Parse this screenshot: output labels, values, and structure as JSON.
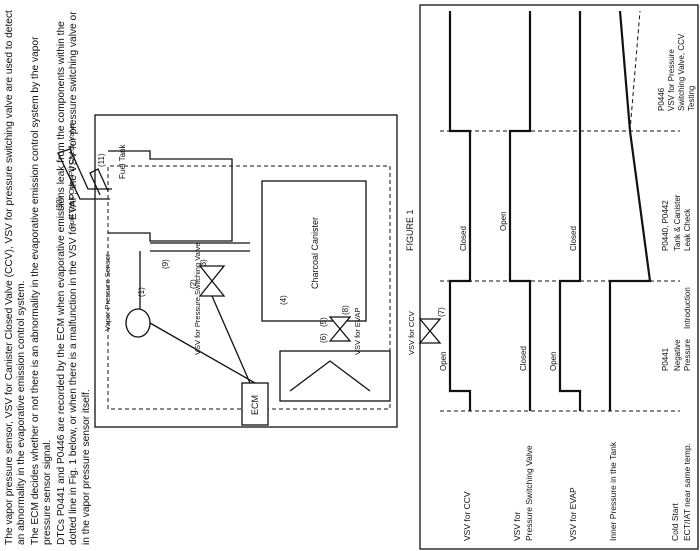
{
  "paragraphs": {
    "p1": "The vapor pressure sensor, VSV for Canister Closed Valve (CCV), VSV for pressure switching valve are used to detect an abnormality in the evaporative emission control system.",
    "p2": "The ECM decides whether or not there is an abnormality in the evaporative emission control system by the vapor pressure sensor signal.",
    "p3": "DTCs P0441 and P0446 are recorded by the ECM when evaporative emissions leak from the components within the dotted line in Fig. 1 below, or when there is a malfunction in the VSV for EVAP, the VSV for pressure switching valve or in the vapor pressure sensor itself."
  },
  "diagram": {
    "fuel_tank_over_fill_check_valve": "Fuel Tank Over Fill Check Valve",
    "vapor_pressure_sensor": "Vapor Pressure Sensor",
    "vsv_pressure_switching": "VSV for Pressure Switching Valve",
    "fuel_tank": "Fuel Tank",
    "ecm": "ECM",
    "vsv_evap": "VSV for EVAP",
    "vsv_ccv": "VSV for CCV",
    "charcoal_canister": "Charcoal Canister",
    "n1": "(1)",
    "n2": "(2)",
    "n3": "(3)",
    "n4": "(4)",
    "n5": "(5)",
    "n6": "(6)",
    "n7": "(7)",
    "n8": "(8)",
    "n9": "(9)",
    "n10": "(10)",
    "n11": "(11)"
  },
  "figure_label": "FIGURE 1",
  "timing": {
    "row_ccv": "VSV for CCV",
    "row_psv_a": "VSV for",
    "row_psv_b": "Pressure Switching Valve",
    "row_evap": "VSV for EVAP",
    "row_pressure": "Inner Pressure in the Tank",
    "cold_start_a": "Cold Start",
    "cold_start_b": "ECT/IAT near same temp.",
    "closed": "Closed",
    "open": "Open",
    "neg_pressure_code": "P0441",
    "neg_pressure_a": "Negative",
    "neg_pressure_b": "Pressure",
    "neg_pressure_c": "Introduction",
    "leak_code": "P0440, P0442",
    "leak_a": "Tank & Canister",
    "leak_b": "Leak Check",
    "vsv_test_code": "P0446",
    "vsv_test_a": "VSV for Pressure",
    "vsv_test_b": "Switching Valve, CCV",
    "vsv_test_c": "Testing"
  }
}
